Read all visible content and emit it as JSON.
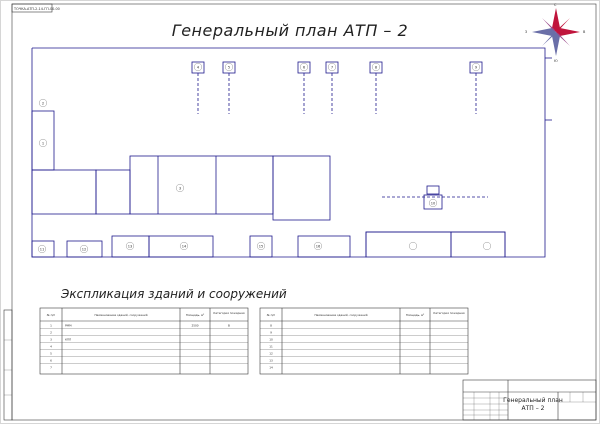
{
  "drawing": {
    "title": "Генеральный план АТП – 2",
    "corner_stamp": "ТОЧКА-АТП-2-14-ГП-00-00",
    "compass": {
      "n": "С",
      "s": "Ю",
      "w": "З",
      "e": "В"
    }
  },
  "site": {
    "markers": [
      "1",
      "2",
      "3",
      "4",
      "5",
      "6",
      "7",
      "8",
      "9",
      "10",
      "11",
      "12",
      "13",
      "14",
      "15",
      "16"
    ]
  },
  "explication": {
    "heading": "Экспликация зданий и сооружений",
    "headers": [
      "№ п/п",
      "Наименование зданий, сооружений",
      "Площадь, м²",
      "Категория пожарная"
    ],
    "left_rows": [
      [
        "1",
        "РММ",
        "2500",
        "В"
      ],
      [
        "2",
        "",
        "",
        ""
      ],
      [
        "3",
        "КПП",
        "",
        ""
      ],
      [
        "4",
        "",
        "",
        ""
      ],
      [
        "5",
        "",
        "",
        ""
      ],
      [
        "6",
        "",
        "",
        ""
      ],
      [
        "7",
        "",
        "",
        ""
      ]
    ],
    "right_rows": [
      [
        "8",
        "",
        "",
        ""
      ],
      [
        "9",
        "",
        "",
        ""
      ],
      [
        "10",
        "",
        "",
        ""
      ],
      [
        "11",
        "",
        "",
        ""
      ],
      [
        "12",
        "",
        "",
        ""
      ],
      [
        "13",
        "",
        "",
        ""
      ],
      [
        "14",
        "",
        "",
        ""
      ]
    ]
  },
  "title_block": {
    "title_line1": "Генеральный план",
    "title_line2": "АТП – 2"
  }
}
